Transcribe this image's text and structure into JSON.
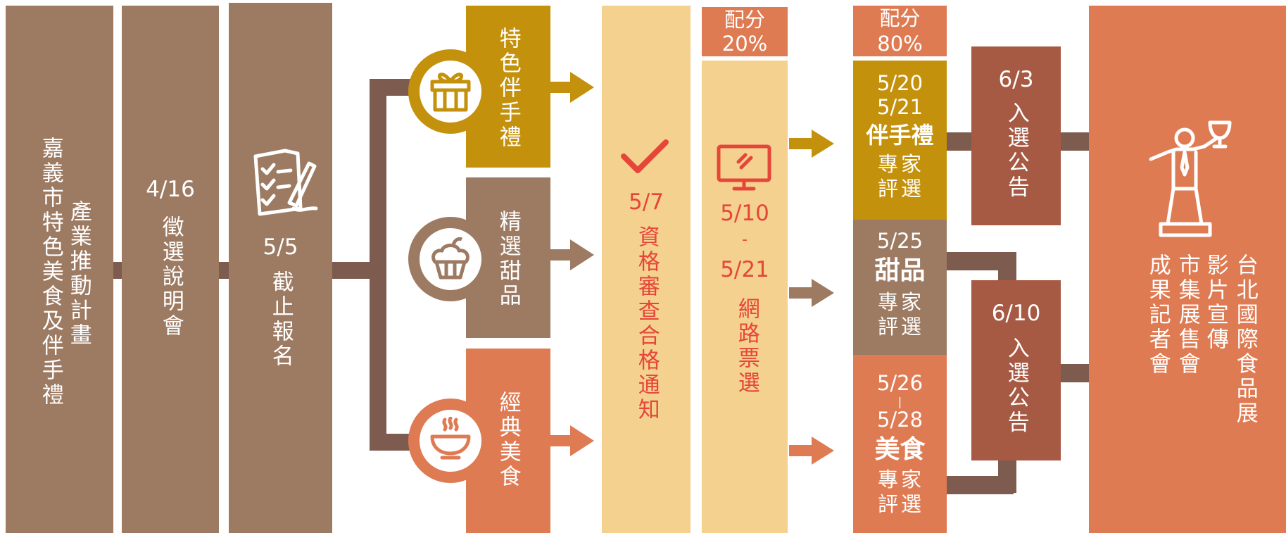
{
  "colors": {
    "brown_light": "#9d7a62",
    "brown_dark": "#7e5b4f",
    "gold": "#c4910c",
    "orange": "#df7b53",
    "cream": "#f5d18f",
    "red": "#e5463a",
    "rust": "#a75a43"
  },
  "stage1": {
    "line1": "嘉義市特色美食及伴手禮",
    "line2": "產業推動計畫"
  },
  "stage2": {
    "date": "4/16",
    "label": "徵選說明會"
  },
  "stage3": {
    "date": "5/5",
    "label": "截止報名",
    "icon": "form-signing-icon"
  },
  "categories": [
    {
      "label": "特色伴手禮",
      "icon": "gift-icon"
    },
    {
      "label": "精選甜品",
      "icon": "cupcake-icon"
    },
    {
      "label": "經典美食",
      "icon": "bowl-icon"
    }
  ],
  "qualification": {
    "date": "5/7",
    "label": "資格審查合格通知",
    "icon": "checkmark-icon"
  },
  "online_vote": {
    "weight_title": "配分",
    "weight": "20%",
    "date_start": "5/10",
    "date_sep": "-",
    "date_end": "5/21",
    "label": "網路票選",
    "icon": "monitor-icon"
  },
  "expert_weight": {
    "title": "配分",
    "weight": "80%"
  },
  "expert_reviews": [
    {
      "dates": [
        "5/20",
        "5/21"
      ],
      "category": "伴手禮",
      "label": "專家評選"
    },
    {
      "dates": [
        "5/25"
      ],
      "category": "甜品",
      "label": "專家評選"
    },
    {
      "dates": [
        "5/26",
        "|",
        "5/28"
      ],
      "category": "美食",
      "label": "專家評選"
    }
  ],
  "announcements": [
    {
      "date": "6/3",
      "label": "入選公告"
    },
    {
      "date": "6/10",
      "label": "入選公告"
    }
  ],
  "final": {
    "lines": [
      "台北國際食品展",
      "影片宣傳",
      "市集展售會",
      "成果記者會"
    ],
    "icon": "trophy-winner-icon"
  }
}
